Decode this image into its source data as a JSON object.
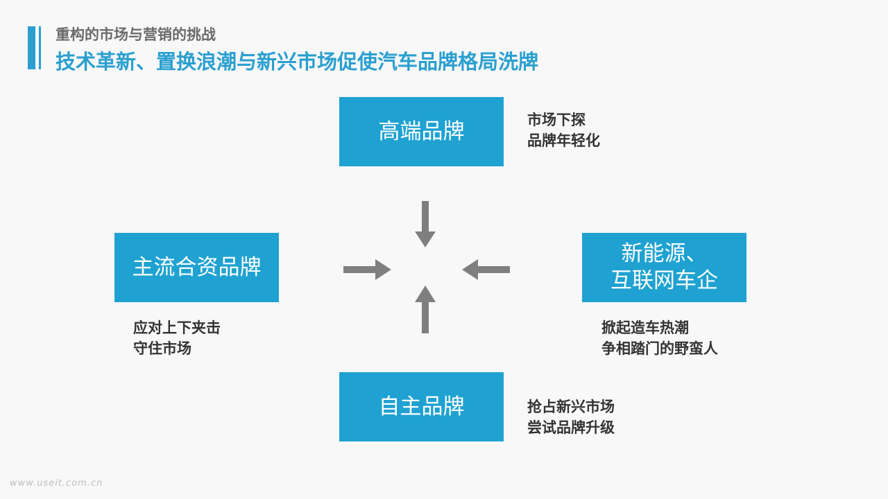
{
  "header": {
    "subtitle": "重构的市场与营销的挑战",
    "title": "技术革新、置换浪潮与新兴市场促使汽车品牌格局洗牌"
  },
  "boxes": {
    "top": "高端品牌",
    "left": "主流合资品牌",
    "right_line1": "新能源、",
    "right_line2": "互联网车企",
    "bottom": "自主品牌"
  },
  "notes": {
    "top": [
      "市场下探",
      "品牌年轻化"
    ],
    "left": [
      "应对上下夹击",
      "守住市场"
    ],
    "right": [
      "掀起造车热潮",
      "争相踏门的野蛮人"
    ],
    "bottom": [
      "抢占新兴市场",
      "尝试品牌升级"
    ]
  },
  "colors": {
    "accent": "#2a9fd0",
    "box": "#1fa2d2",
    "arrow": "#7f7f7f",
    "note_text": "#333333"
  },
  "watermark": "www.useit.com.cn"
}
